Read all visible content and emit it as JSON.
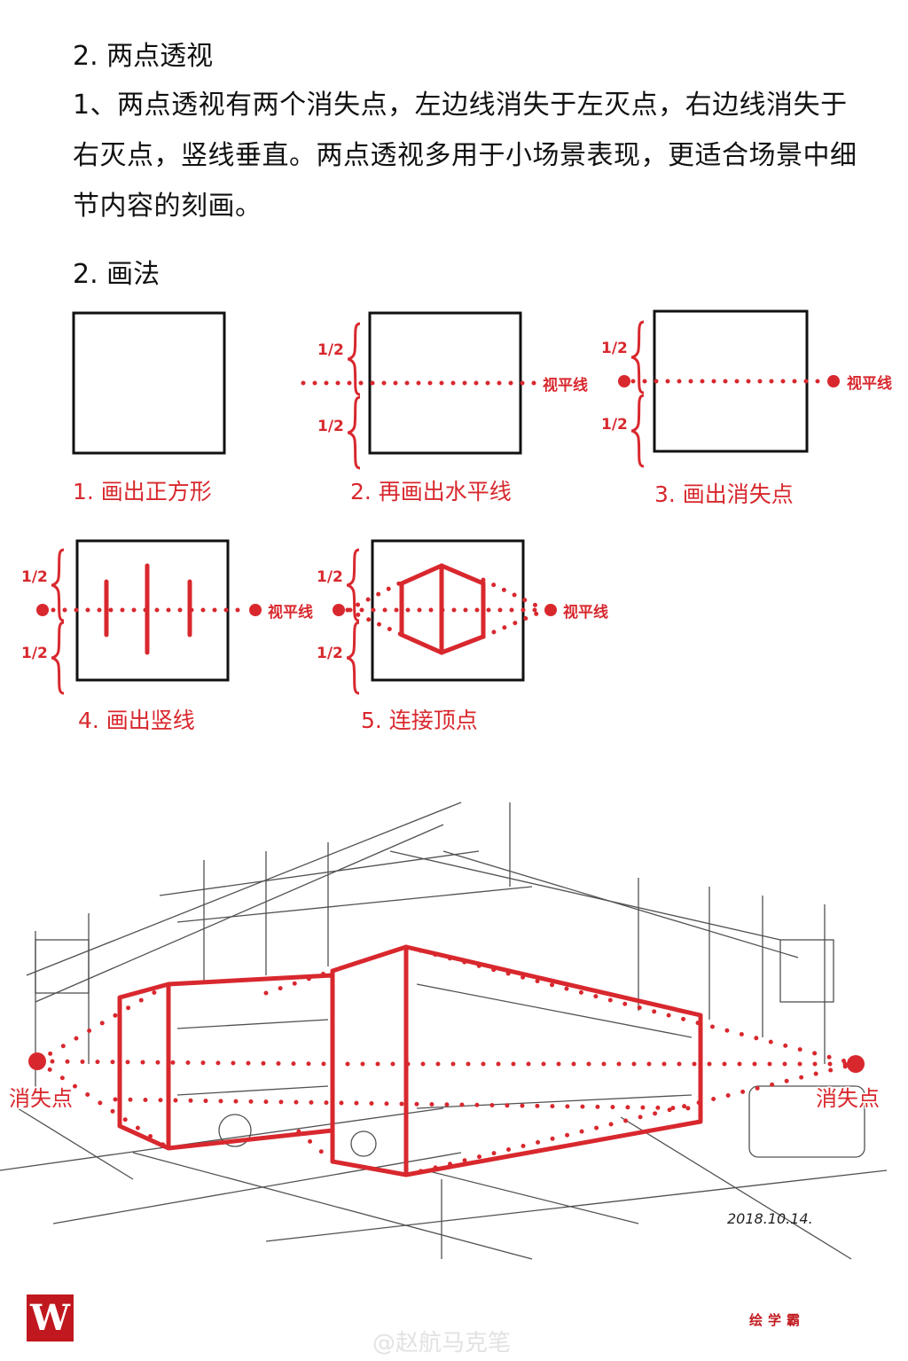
{
  "heading": "2. 两点透视",
  "paragraph": "1、两点透视有两个消失点，左边线消失于左灭点，右边线消失于右灭点，竖线垂直。两点透视多用于小场景表现，更适合场景中细节内容的刻画。",
  "method_heading": "2. 画法",
  "half_label": "1/2",
  "horizon_label": "视平线",
  "steps": [
    {
      "label": "1. 画出正方形"
    },
    {
      "label": "2. 再画出水平线"
    },
    {
      "label": "3.  画出消失点"
    },
    {
      "label": "4. 画出竖线"
    },
    {
      "label": "5. 连接顶点"
    }
  ],
  "sketch": {
    "vanishing_point_label": "消失点",
    "signature": "2018.10.14."
  },
  "footer": {
    "logo_letter": "W",
    "brand": "绘学霸",
    "watermark": "@赵航马克笔"
  },
  "colors": {
    "accent": "#d8282e",
    "logo": "#c0181e"
  }
}
